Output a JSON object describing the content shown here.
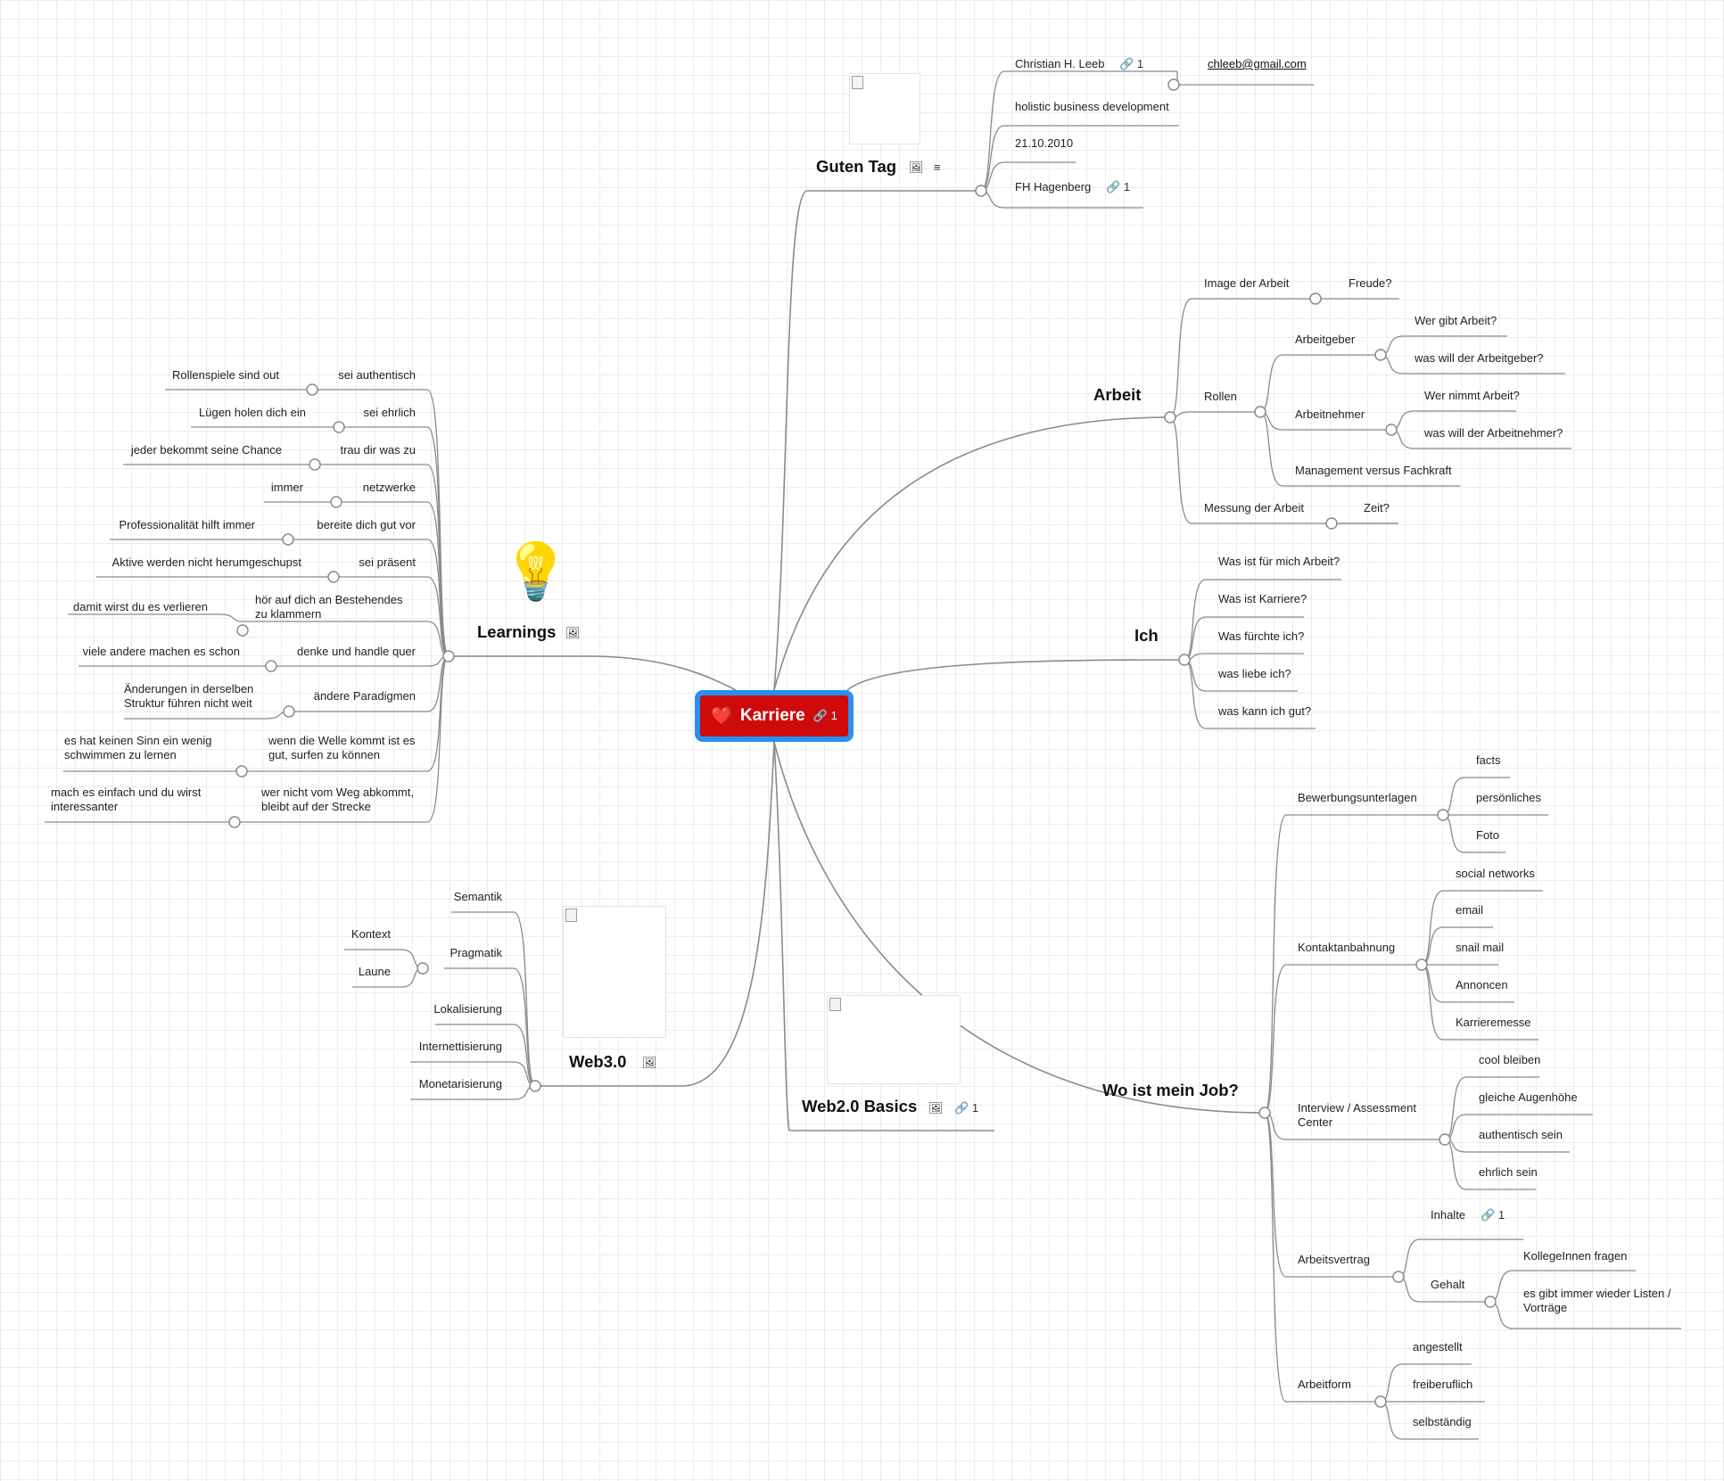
{
  "colors": {
    "central_fill": "#cf0a0a",
    "central_border": "#2a8ff0",
    "branch_line": "#8a8a8a",
    "background": "#ffffff",
    "grid": "#ececec"
  },
  "central": {
    "label": "Karriere",
    "icon": "heart-icon",
    "link_count": "1"
  },
  "guten_tag": {
    "label": "Guten Tag",
    "name": "Christian H. Leeb",
    "name_links": "1",
    "email": "chleeb@gmail.com",
    "tagline": "holistic business development",
    "date": "21.10.2010",
    "school": "FH Hagenberg",
    "school_links": "1"
  },
  "arbeit": {
    "label": "Arbeit",
    "image": "Image der Arbeit",
    "image_child": "Freude?",
    "rollen": "Rollen",
    "arbeitgeber": "Arbeitgeber",
    "ag_1": "Wer gibt Arbeit?",
    "ag_2": "was will der Arbeitgeber?",
    "arbeitnehmer": "Arbeitnehmer",
    "an_1": "Wer nimmt Arbeit?",
    "an_2": "was will der Arbeitnehmer?",
    "management": "Management versus Fachkraft",
    "messung": "Messung der Arbeit",
    "messung_child": "Zeit?"
  },
  "ich": {
    "label": "Ich",
    "items": [
      "Was ist für mich Arbeit?",
      "Was ist Karriere?",
      "Was fürchte ich?",
      "was liebe ich?",
      "was kann ich gut?"
    ]
  },
  "job": {
    "label": "Wo ist mein Job?",
    "bewerbung": "Bewerbungsunterlagen",
    "bewerbung_items": [
      "facts",
      "persönliches",
      "Foto"
    ],
    "kontakt": "Kontaktanbahnung",
    "kontakt_items": [
      "social networks",
      "email",
      "snail mail",
      "Annoncen",
      "Karrieremesse"
    ],
    "interview": "Interview / Assessment Center",
    "interview_items": [
      "cool bleiben",
      "gleiche Augenhöhe",
      "authentisch sein",
      "ehrlich sein"
    ],
    "vertrag": "Arbeitsvertrag",
    "inhalte": "Inhalte",
    "inhalte_links": "1",
    "gehalt": "Gehalt",
    "gehalt_items": [
      "KollegeInnen fragen",
      "es gibt immer wieder Listen / Vorträge"
    ],
    "form": "Arbeitform",
    "form_items": [
      "angestellt",
      "freiberuflich",
      "selbständig"
    ]
  },
  "web20": {
    "label": "Web2.0 Basics",
    "link_count": "1"
  },
  "web30": {
    "label": "Web3.0",
    "items": [
      "Semantik",
      "Pragmatik",
      "Lokalisierung",
      "Internettisierung",
      "Monetarisierung"
    ],
    "pragmatik_items": [
      "Kontext",
      "Laune"
    ]
  },
  "learnings": {
    "label": "Learnings",
    "items": [
      {
        "label": "sei authentisch",
        "child": "Rollenspiele sind out"
      },
      {
        "label": "sei ehrlich",
        "child": "Lügen holen dich ein"
      },
      {
        "label": "trau dir was zu",
        "child": "jeder bekommt seine Chance"
      },
      {
        "label": "netzwerke",
        "child": "immer"
      },
      {
        "label": "bereite dich gut vor",
        "child": "Professionalität hilft immer"
      },
      {
        "label": "sei präsent",
        "child": "Aktive werden nicht herumgeschupst"
      },
      {
        "label": "hör auf dich an Bestehendes zu klammern",
        "child": "damit wirst du es verlieren"
      },
      {
        "label": "denke und handle quer",
        "child": "viele andere machen es schon"
      },
      {
        "label": "ändere Paradigmen",
        "child": "Änderungen in derselben Struktur führen nicht weit"
      },
      {
        "label": "wenn die Welle kommt ist es gut, surfen zu können",
        "child": "es hat keinen Sinn ein wenig schwimmen zu lernen"
      },
      {
        "label": "wer nicht vom Weg abkommt, bleibt auf der Strecke",
        "child": "mach es einfach und du wirst interessanter"
      }
    ]
  }
}
